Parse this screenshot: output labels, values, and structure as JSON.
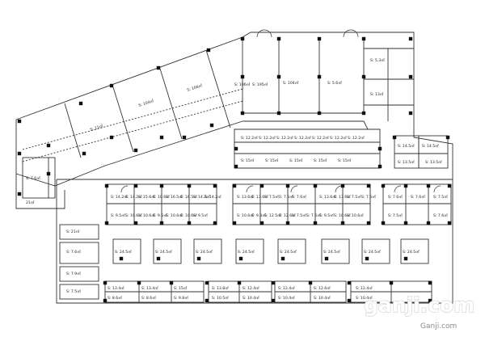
{
  "plan": {
    "row_left_units": [
      "S: 21㎡",
      "S: 7.6㎡",
      "S: 7.9㎡",
      "S: 7.5㎡"
    ],
    "row_mid_upper": [
      "S: 14.2㎡",
      "S: 14.2㎡",
      "S: 15.6㎡",
      "S: 10.6㎡",
      "S: 16.5㎡",
      "S: 16.5㎡",
      "S: 14.2㎡",
      "S: 14.2㎡",
      "S: 13.6㎡",
      "S: 13.6㎡",
      "S: 7.5㎡",
      "S: 7.5㎡",
      "S: 7.6㎡"
    ],
    "row_mid_lower": [
      "S: 9.5㎡",
      "S: 10.6㎡",
      "S: 10.6㎡",
      "S: 9.5㎡",
      "S: 10.6㎡",
      "S: 10.6㎡",
      "S: 9.5㎡",
      "S: 10.6㎡",
      "S: 9.8㎡",
      "S: 12.5㎡",
      "S: 12.6㎡",
      "S: 7.5㎡",
      "S: 7.6㎡"
    ],
    "row_islands": [
      "S: 24.5㎡",
      "S: 24.5㎡",
      "S: 24.5㎡",
      "S: 24.5㎡",
      "S: 24.5㎡",
      "S: 24.5㎡",
      "S: 24.5㎡",
      "S: 24.5㎡"
    ],
    "row_bottom": [
      "S: 13.4㎡",
      "S: 13.4㎡",
      "S: 15㎡",
      "S: 13.8㎡",
      "S: 12.4㎡",
      "S: 12.4㎡",
      "S: 12.6㎡",
      "S: 12.4㎡"
    ],
    "row_bottom_lower": [
      "S: 8.6㎡",
      "S: 8.6㎡",
      "S: 9.8㎡",
      "S: 10.5㎡",
      "S: 10.4㎡",
      "S: 10.4㎡",
      "S: 10.4㎡",
      "S: 10.4㎡"
    ],
    "row_center_strip": [
      "S: 12.2㎡",
      "S: 12.2㎡",
      "S: 12.2㎡",
      "S: 12.2㎡",
      "S: 12.2㎡",
      "S: 12.2㎡",
      "S: 12.2㎡"
    ],
    "row_center_strip2": [
      "S: 15㎡",
      "S: 15㎡",
      "S: 15㎡",
      "S: 15㎡",
      "S: 15㎡"
    ],
    "upper_angled": [
      "S: 11㎡",
      "S: 104㎡",
      "S: 106㎡",
      "S: 106㎡"
    ],
    "upper_right": [
      "S: 195㎡",
      "S: 104㎡",
      "S: 5.6㎡",
      "S: 5.3㎡",
      "S: 13㎡"
    ],
    "right_units": [
      "S: 14.5㎡",
      "S: 14.5㎡",
      "S: 13.5㎡",
      "S: 13.5㎡"
    ],
    "left_block": [
      "S: 7.6㎡",
      "21㎡"
    ]
  },
  "watermark": {
    "brand": "ganji.com",
    "sub": "Ganji.com"
  },
  "colors": {
    "line": "#333333",
    "column": "#111111",
    "background": "#ffffff",
    "watermark_stroke": "#cfcfcf"
  }
}
